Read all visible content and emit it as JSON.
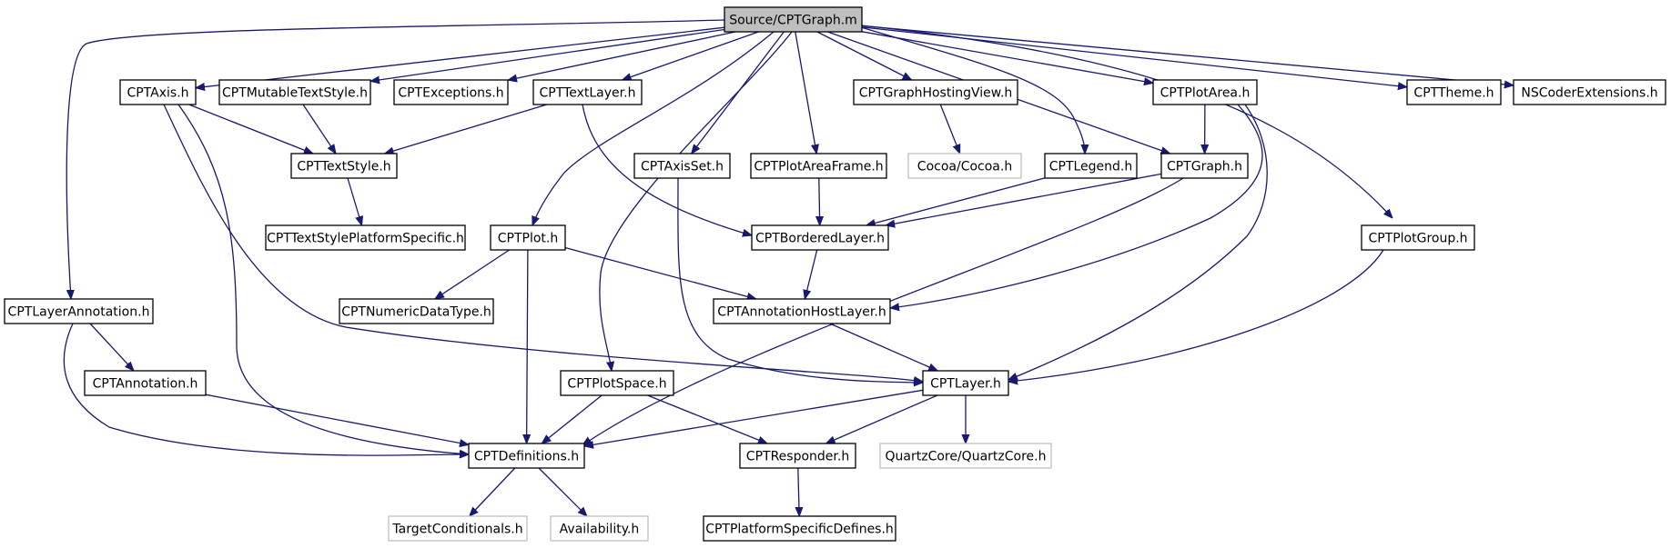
{
  "nodes": [
    {
      "id": "src",
      "label": "Source/CPTGraph.m",
      "kind": "root"
    },
    {
      "id": "axis",
      "label": "CPTAxis.h",
      "kind": "file"
    },
    {
      "id": "mts",
      "label": "CPTMutableTextStyle.h",
      "kind": "file"
    },
    {
      "id": "exc",
      "label": "CPTExceptions.h",
      "kind": "file"
    },
    {
      "id": "tl",
      "label": "CPTTextLayer.h",
      "kind": "file"
    },
    {
      "id": "ghv",
      "label": "CPTGraphHostingView.h",
      "kind": "file"
    },
    {
      "id": "pa",
      "label": "CPTPlotArea.h",
      "kind": "file"
    },
    {
      "id": "theme",
      "label": "CPTTheme.h",
      "kind": "file"
    },
    {
      "id": "nscoder",
      "label": "NSCoderExtensions.h",
      "kind": "file"
    },
    {
      "id": "ts",
      "label": "CPTTextStyle.h",
      "kind": "file"
    },
    {
      "id": "as",
      "label": "CPTAxisSet.h",
      "kind": "file"
    },
    {
      "id": "paf",
      "label": "CPTPlotAreaFrame.h",
      "kind": "file"
    },
    {
      "id": "cocoa",
      "label": "Cocoa/Cocoa.h",
      "kind": "external"
    },
    {
      "id": "leg",
      "label": "CPTLegend.h",
      "kind": "file"
    },
    {
      "id": "graph",
      "label": "CPTGraph.h",
      "kind": "file"
    },
    {
      "id": "tsps",
      "label": "CPTTextStylePlatformSpecific.h",
      "kind": "file"
    },
    {
      "id": "plot",
      "label": "CPTPlot.h",
      "kind": "file"
    },
    {
      "id": "bl",
      "label": "CPTBorderedLayer.h",
      "kind": "file"
    },
    {
      "id": "pg",
      "label": "CPTPlotGroup.h",
      "kind": "file"
    },
    {
      "id": "la",
      "label": "CPTLayerAnnotation.h",
      "kind": "file"
    },
    {
      "id": "ndt",
      "label": "CPTNumericDataType.h",
      "kind": "file"
    },
    {
      "id": "ahl",
      "label": "CPTAnnotationHostLayer.h",
      "kind": "file"
    },
    {
      "id": "ann",
      "label": "CPTAnnotation.h",
      "kind": "file"
    },
    {
      "id": "ps",
      "label": "CPTPlotSpace.h",
      "kind": "file"
    },
    {
      "id": "layer",
      "label": "CPTLayer.h",
      "kind": "file"
    },
    {
      "id": "defs",
      "label": "CPTDefinitions.h",
      "kind": "file"
    },
    {
      "id": "resp",
      "label": "CPTResponder.h",
      "kind": "file"
    },
    {
      "id": "qc",
      "label": "QuartzCore/QuartzCore.h",
      "kind": "external"
    },
    {
      "id": "tc",
      "label": "TargetConditionals.h",
      "kind": "external"
    },
    {
      "id": "avail",
      "label": "Availability.h",
      "kind": "external"
    },
    {
      "id": "ppsd",
      "label": "CPTPlatformSpecificDefines.h",
      "kind": "file"
    }
  ],
  "edges": [
    [
      "src",
      "axis"
    ],
    [
      "src",
      "mts"
    ],
    [
      "src",
      "exc"
    ],
    [
      "src",
      "tl"
    ],
    [
      "src",
      "ghv"
    ],
    [
      "src",
      "pa"
    ],
    [
      "src",
      "theme"
    ],
    [
      "src",
      "nscoder"
    ],
    [
      "src",
      "la"
    ],
    [
      "src",
      "plot"
    ],
    [
      "src",
      "ps"
    ],
    [
      "src",
      "as"
    ],
    [
      "src",
      "paf"
    ],
    [
      "src",
      "leg"
    ],
    [
      "src",
      "graph"
    ],
    [
      "src",
      "pg"
    ],
    [
      "axis",
      "ts"
    ],
    [
      "axis",
      "layer"
    ],
    [
      "axis",
      "defs"
    ],
    [
      "mts",
      "ts"
    ],
    [
      "tl",
      "ts"
    ],
    [
      "tl",
      "bl"
    ],
    [
      "ts",
      "tsps"
    ],
    [
      "ghv",
      "cocoa"
    ],
    [
      "pa",
      "graph"
    ],
    [
      "pa",
      "ahl"
    ],
    [
      "pa",
      "layer"
    ],
    [
      "leg",
      "bl"
    ],
    [
      "graph",
      "bl"
    ],
    [
      "graph",
      "defs"
    ],
    [
      "paf",
      "bl"
    ],
    [
      "as",
      "layer"
    ],
    [
      "plot",
      "ndt"
    ],
    [
      "plot",
      "ahl"
    ],
    [
      "plot",
      "defs"
    ],
    [
      "bl",
      "ahl"
    ],
    [
      "ahl",
      "layer"
    ],
    [
      "pg",
      "layer"
    ],
    [
      "la",
      "ann"
    ],
    [
      "la",
      "defs"
    ],
    [
      "ann",
      "defs"
    ],
    [
      "ps",
      "defs"
    ],
    [
      "ps",
      "resp"
    ],
    [
      "layer",
      "defs"
    ],
    [
      "layer",
      "resp"
    ],
    [
      "layer",
      "qc"
    ],
    [
      "defs",
      "tc"
    ],
    [
      "defs",
      "avail"
    ],
    [
      "resp",
      "ppsd"
    ]
  ]
}
